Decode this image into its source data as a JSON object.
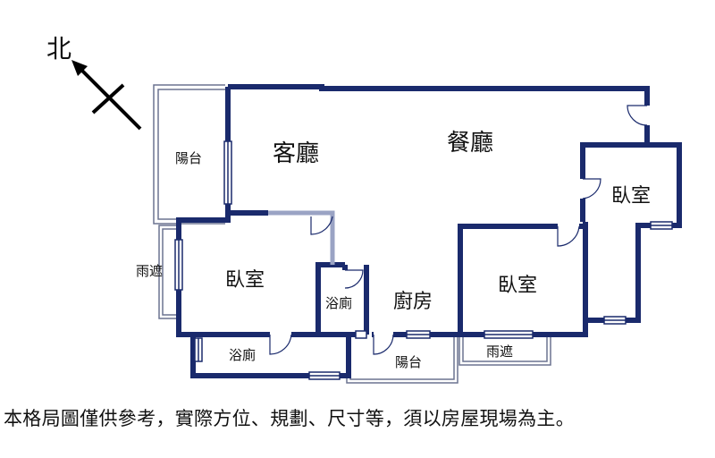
{
  "compass": {
    "label": "北",
    "icon": "north-arrow-icon"
  },
  "rooms": {
    "living_room": "客廳",
    "dining_room": "餐廳",
    "balcony_left": "陽台",
    "awning_left": "雨遮",
    "bedroom_left": "臥室",
    "bathroom_inner": "浴廁",
    "kitchen": "廚房",
    "bedroom_middle": "臥室",
    "bedroom_right": "臥室",
    "bathroom_bottom": "浴廁",
    "balcony_bottom": "陽台",
    "awning_bottom": "雨遮"
  },
  "colors": {
    "wall": "#1a2a6c",
    "wall_light": "#9aa3c4",
    "thin_line": "#6b7390"
  },
  "disclaimer": "本格局圖僅供參考，實際方位、規劃、尺寸等，須以房屋現場為主。"
}
